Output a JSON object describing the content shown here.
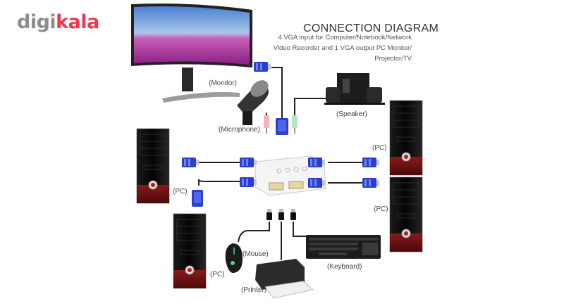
{
  "brand": {
    "logo_gray": "digi",
    "logo_red": "kala",
    "colors": {
      "gray": "#8c8c8c",
      "red": "#ee384e"
    }
  },
  "diagram": {
    "title": "CONNECTION DIAGRAM",
    "description_lines": [
      "4 VGA input for Computer/Notebook/Network",
      "Video Recorder and 1 VGA output PC Monitor/",
      "Projector/TV"
    ],
    "devices": {
      "monitor": "(Monitor)",
      "microphone": "(Microphone)",
      "speaker": "(Speaker)",
      "pc_top_right": "(PC)",
      "pc_left": "(PC)",
      "pc_bottom_right": "(PC)",
      "pc_bottom_left": "(PC)",
      "mouse": "(Mouse)",
      "keyboard": "(Keyboard)",
      "printer": "(Printer)"
    },
    "colors": {
      "vga_blue": "#2a3fd0",
      "cable": "#222222",
      "pc_red": "#6e1212",
      "mic_pink": "#f2b3bd",
      "spk_green": "#b5e6c4"
    }
  }
}
